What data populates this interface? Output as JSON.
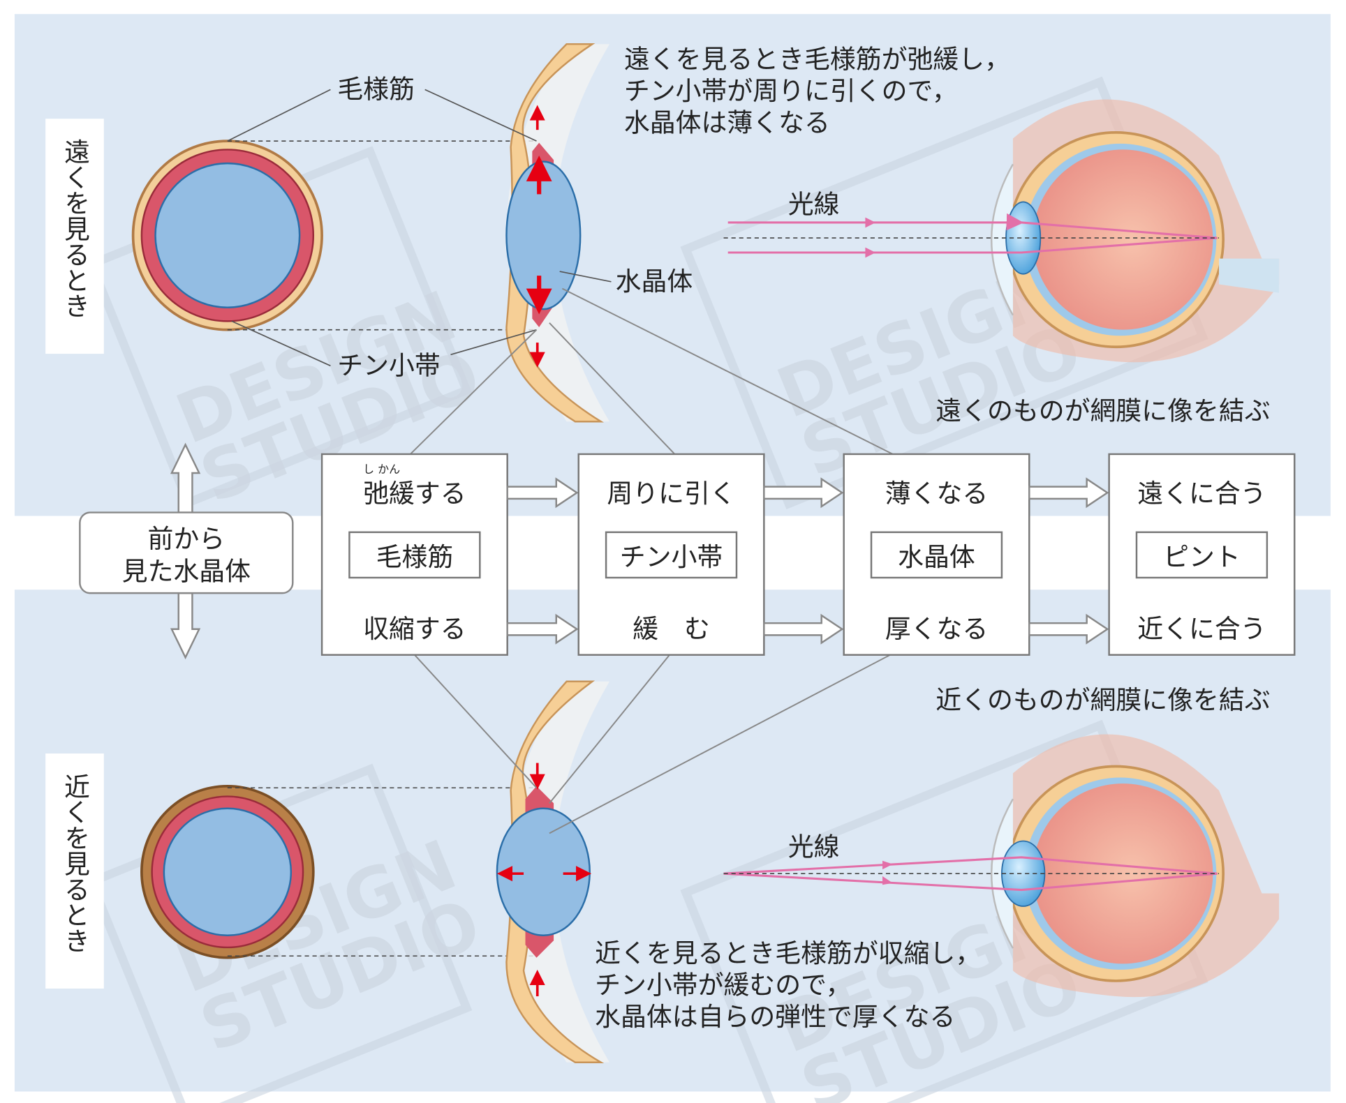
{
  "labels": {
    "far_side": "遠くを見るとき",
    "near_side": "近くを見るとき",
    "front_view": [
      "前から",
      "見た水晶体"
    ],
    "ciliary_muscle": "毛様筋",
    "lens": "水晶体",
    "zonule": "チン小帯",
    "light_ray_top": "光線",
    "light_ray_bottom": "光線",
    "far_caption": [
      "遠くを見るとき毛様筋が弛緩し，",
      "チン小帯が周りに引くので，",
      "水晶体は薄くなる"
    ],
    "near_caption": [
      "近くを見るとき毛様筋が収縮し，",
      "チン小帯が緩むので，",
      "水晶体は自らの弾性で厚くなる"
    ],
    "far_image": "遠くのものが網膜に像を結ぶ",
    "near_image": "近くのものが網膜に像を結ぶ"
  },
  "flow": [
    {
      "top": "弛緩する",
      "ruby": "し かん",
      "middle": "毛様筋",
      "bottom": "収縮する"
    },
    {
      "top": "周りに引く",
      "middle": "チン小帯",
      "bottom": "緩　む"
    },
    {
      "top": "薄くなる",
      "middle": "水晶体",
      "bottom": "厚くなる"
    },
    {
      "top": "遠くに合う",
      "middle": "ピント",
      "bottom": "近くに合う"
    }
  ],
  "watermark": [
    "DESIGN",
    "STUDIO"
  ],
  "colors": {
    "background": "#dde8f4",
    "lens": "#93bde3",
    "muscle": "#d9566a",
    "ray": "#e36fa8",
    "arrow": "#e60012"
  }
}
